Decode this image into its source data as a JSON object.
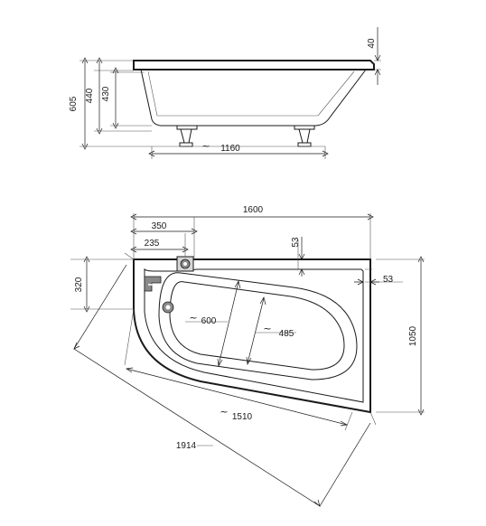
{
  "side_view": {
    "dim_605": "605",
    "dim_440": "440",
    "dim_430": "430",
    "dim_40": "40",
    "dim_1160": "1160"
  },
  "top_view": {
    "dim_1600": "1600",
    "dim_350": "350",
    "dim_235": "235",
    "dim_53_top": "53",
    "dim_53_right": "53",
    "dim_320": "320",
    "dim_600": "600",
    "dim_485": "485",
    "dim_1050": "1050",
    "dim_1510": "1510",
    "dim_1914": "1914"
  },
  "approx_symbol": "~",
  "colors": {
    "line": "#1a1a1a",
    "fitting_fill": "#8a8a8a",
    "fitting_light": "#d6d6d6"
  }
}
